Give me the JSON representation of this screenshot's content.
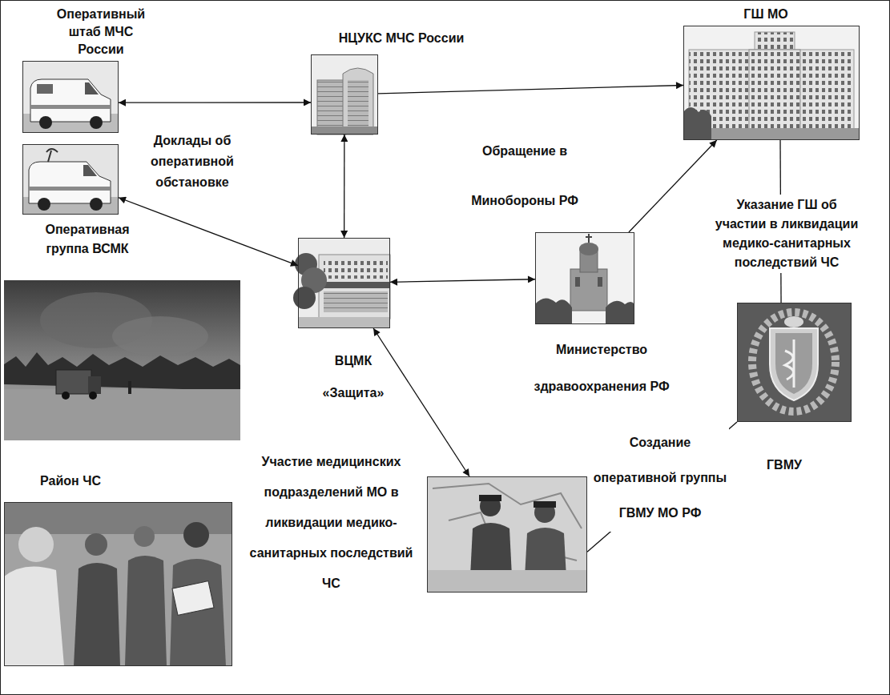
{
  "diagram": {
    "nodes": [
      {
        "text": [
          "Оперативный штаб МЧС России"
        ]
      },
      {
        "text": [
          "НЦУКС МЧС России"
        ]
      },
      {
        "text": [
          "ГШ МО"
        ]
      },
      {
        "text": [
          "Оперативная группа ВСМК"
        ]
      },
      {
        "text": [
          "ВЦМК «Защита»"
        ]
      },
      {
        "text": [
          "Министерство здравоохранения РФ"
        ]
      },
      {
        "text": [
          "ГВМУ"
        ]
      },
      {
        "text": [
          "Район ЧС"
        ]
      },
      {
        "text": [
          "Участие медицинских подразделений МО в ликвидации медико-санитарных последствий ЧС"
        ]
      }
    ],
    "edges": [
      {
        "from": 0,
        "to": 1,
        "arrow": "both"
      },
      {
        "from": 1,
        "to": 2,
        "arrow": "to"
      },
      {
        "from": 1,
        "to": 4,
        "arrow": "both"
      },
      {
        "from": 3,
        "to": 4,
        "arrow": "both"
      },
      {
        "from": 4,
        "to": 5,
        "arrow": "both"
      },
      {
        "from": 5,
        "to": 2,
        "arrow": "to"
      },
      {
        "from": 2,
        "to": 6,
        "label": "Указание ГШ об участии в ликвидации медико-санитарных последствий ЧС",
        "arrow": "none"
      },
      {
        "from": 4,
        "to": 8,
        "arrow": "both"
      },
      {
        "from": 6,
        "to": 8,
        "label": "Создание оперативной группы ГВМУ МО РФ",
        "arrow": "none"
      }
    ],
    "labels": [
      "Доклады об оперативной обстановке",
      "Обращение в Минобороны РФ"
    ]
  }
}
